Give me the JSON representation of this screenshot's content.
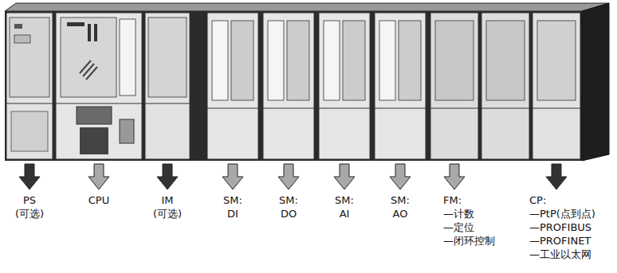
{
  "diagram": {
    "labels": [
      "PS",
      "(可选)",
      "CPU",
      "IM",
      "(可选)",
      "SM:",
      "DI",
      "SM:",
      "DO",
      "SM:",
      "AI",
      "SM:",
      "AO",
      "FM:",
      "—计数",
      "—定位",
      "—闭环控制",
      "CP:",
      "—PtP(点到点)",
      "—PROFIBUS",
      "—PROFINET",
      "—工业以太网"
    ]
  }
}
